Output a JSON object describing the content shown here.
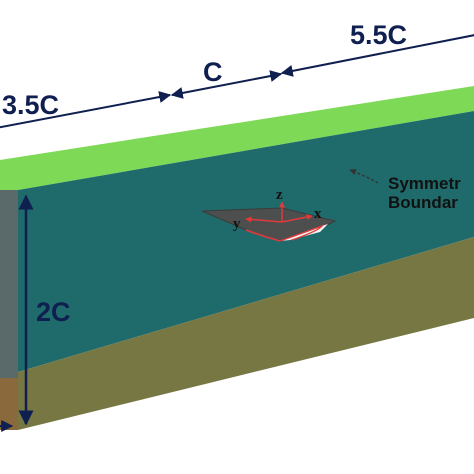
{
  "dimensions": {
    "upstream": "3.5C",
    "chord": "C",
    "downstream": "5.5C",
    "height": "2C"
  },
  "axes": {
    "x": "x",
    "y": "y",
    "z": "z"
  },
  "annotation": {
    "line1": "Symmetr",
    "line2": "Boundar"
  },
  "colors": {
    "top_face": "#7ed957",
    "side_face": "#1f6b6b",
    "bottom_band": "#777744",
    "front_face": "#5a6a6a",
    "front_bottom": "#8a6a3c",
    "dimension_lines": "#0f1f4f",
    "wing": "#4d4f4f",
    "wing_edge": "#e03a3a"
  }
}
